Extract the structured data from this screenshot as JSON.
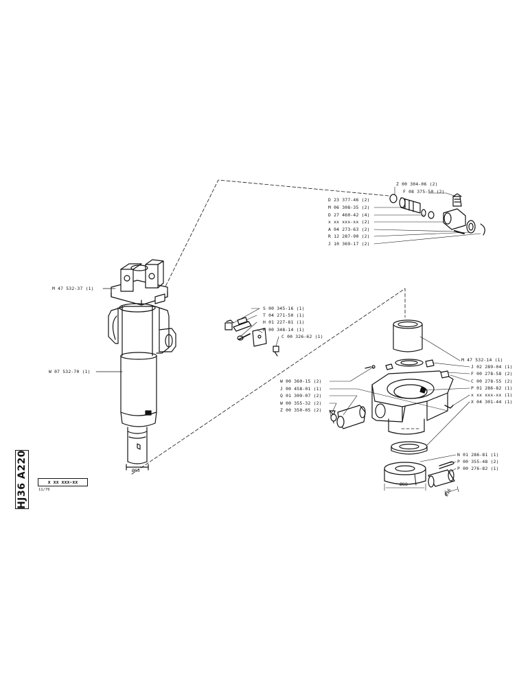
{
  "sheet": {
    "code": "HJ36 A220",
    "reference": "x xx xxx-xx",
    "date": "11/76"
  },
  "dimensions": {
    "rod_diameter": "Ø63",
    "pin_diameter": "Ø88",
    "pin_length": "Ø36"
  },
  "callouts": {
    "cylinder_head": "M 47 532-37 (1)",
    "cylinder_body": "W 07 532-70 (1)",
    "valve_group": [
      "Z 00 304-06 (2)",
      "F 08 375-50 (2)",
      "D 23 377-46 (2)",
      "M 06 308-35 (2)",
      "D 27 460-42 (4)",
      "x xx xxx-xx (2)",
      "A 04 273-63 (2)",
      "R 12 287-90 (2)",
      "J 10 369-17 (2)"
    ],
    "small_parts": [
      "S 00 345-16 (1)",
      "T 04 271-50 (1)",
      "H 01 227-81 (1)",
      "R 00 348-14 (1)",
      "C 00 326-62 (1)"
    ],
    "housing_right": [
      "M 47 532-14 (1)",
      "J 02 289-04 (1)",
      "F 00 278-58 (2)",
      "C 00 278-55 (2)",
      "P 01 286-82 (1)",
      "x xx xxx-xx (1)",
      "X 04 301-44 (1)"
    ],
    "housing_left": [
      "W 00 360-15 (2)",
      "J 00 458-01 (1)",
      "Q 01 309-07 (2)",
      "W 00 355-32 (2)",
      "Z 00 350-05 (2)"
    ],
    "pin_group": [
      "N 01 286-81 (1)",
      "P 00 355-48 (2)",
      "P 00 276-82 (1)"
    ]
  }
}
